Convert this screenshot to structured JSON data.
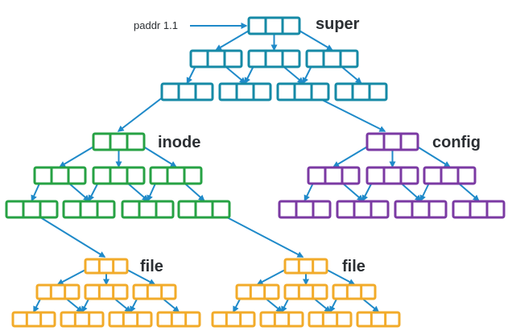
{
  "labels": {
    "paddr": "paddr 1.1",
    "super": "super",
    "inode": "inode",
    "config": "config",
    "file_left": "file",
    "file_right": "file"
  },
  "colors": {
    "super": "#168aa6",
    "inode": "#27a244",
    "config": "#7b3aa3",
    "file": "#f2ab2a",
    "arrow": "#1f8ac9",
    "text": "#2b2f33"
  },
  "icons": {
    "node": "three-cell-block",
    "edge": "arrow"
  }
}
